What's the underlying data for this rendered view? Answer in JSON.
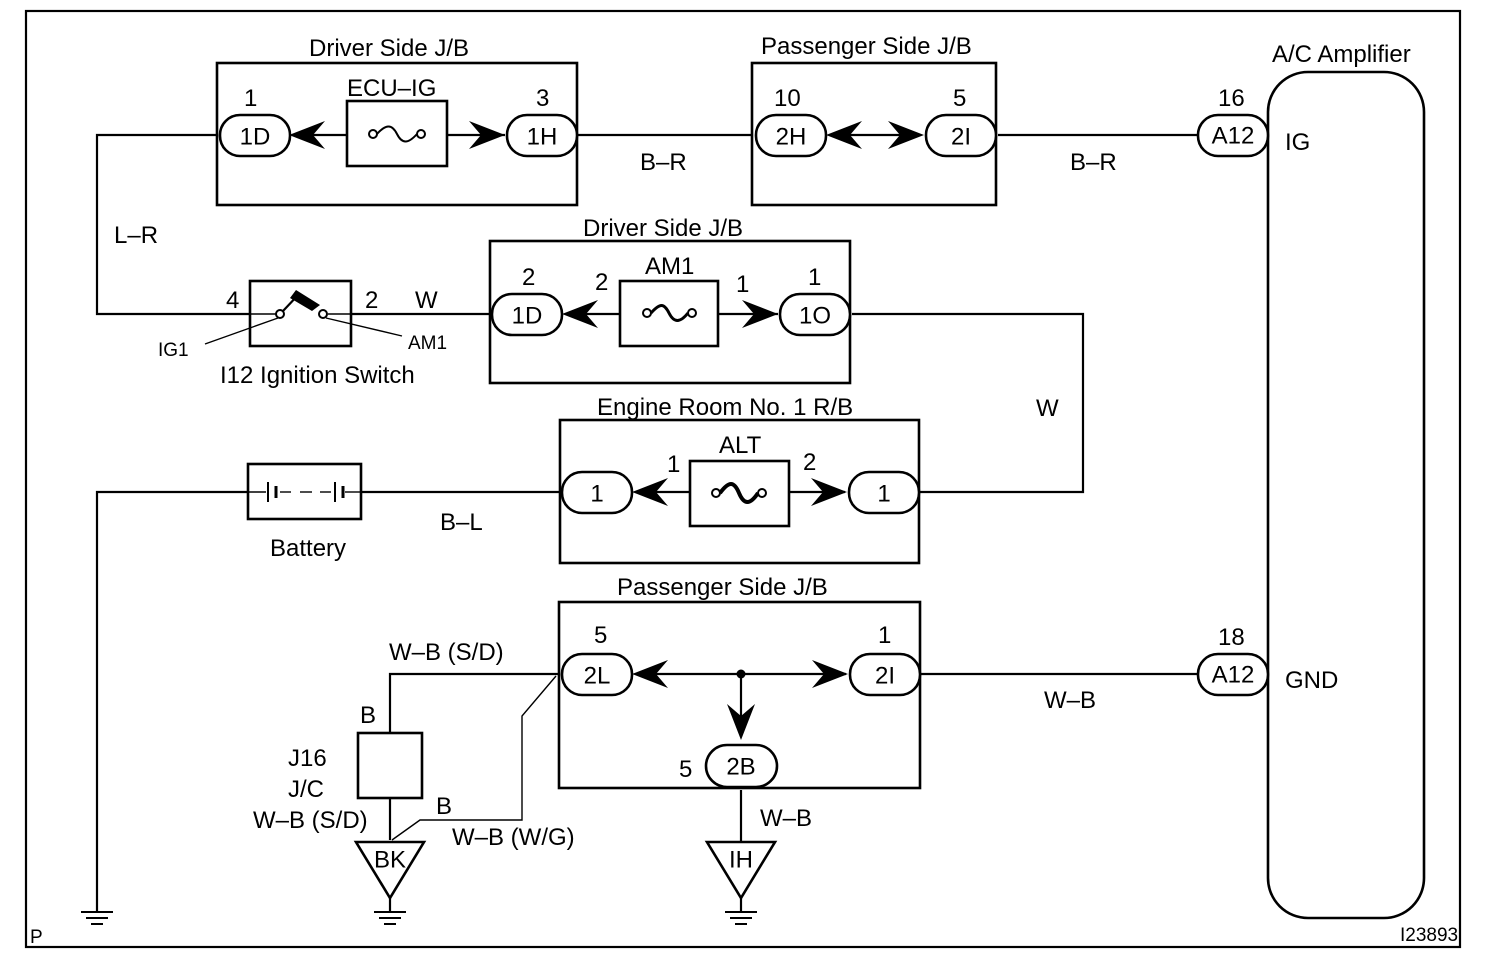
{
  "figure_id": "I23893",
  "page_marker": "P",
  "components": {
    "amplifier": {
      "title": "A/C Amplifier",
      "ig_label": "IG",
      "gnd_label": "GND"
    },
    "driver_jb_top": {
      "title": "Driver Side J/B",
      "fuse": "ECU–IG",
      "pin_left": "1",
      "conn_left": "1D",
      "pin_right": "3",
      "conn_right": "1H"
    },
    "passenger_jb_top": {
      "title": "Passenger Side J/B",
      "pin_left": "10",
      "conn_left": "2H",
      "pin_right": "5",
      "conn_right": "2I"
    },
    "amp_ig_conn": {
      "pin": "16",
      "label": "A12"
    },
    "driver_jb_mid": {
      "title": "Driver Side J/B",
      "fuse": "AM1",
      "pin_left_outer": "2",
      "conn_left": "1D",
      "pin_left_inner": "2",
      "pin_right_inner": "1",
      "pin_right_outer": "1",
      "conn_right": "1O"
    },
    "ignition_switch": {
      "name": "I12 Ignition Switch",
      "pin_left": "4",
      "pin_right": "2",
      "terminal_left": "IG1",
      "terminal_right": "AM1"
    },
    "engine_rb": {
      "title": "Engine Room No. 1 R/B",
      "fuse": "ALT",
      "pin_left": "1",
      "pin_right": "2",
      "conn_left": "1",
      "conn_right": "1"
    },
    "battery": {
      "name": "Battery"
    },
    "passenger_jb_bottom": {
      "title": "Passenger Side J/B",
      "pin_left": "5",
      "conn_left": "2L",
      "pin_right": "1",
      "conn_right": "2I",
      "pin_bottom": "5",
      "conn_bottom": "2B"
    },
    "amp_gnd_conn": {
      "pin": "18",
      "label": "A12"
    },
    "junction_connector": {
      "name": "J16",
      "type": "J/C",
      "wire_label": "W–B (S/D)",
      "pin_top": "B",
      "pin_bottom": "B"
    },
    "ground_bk": {
      "label": "BK"
    },
    "ground_ih": {
      "label": "IH"
    }
  },
  "wires": {
    "lr": "L–R",
    "br_1": "B–R",
    "br_2": "B–R",
    "w_switch": "W",
    "w_right": "W",
    "bl": "B–L",
    "wb_sd": "W–B (S/D)",
    "wb_wg": "W–B (W/G)",
    "wb_amp": "W–B",
    "wb_ground": "W–B"
  }
}
